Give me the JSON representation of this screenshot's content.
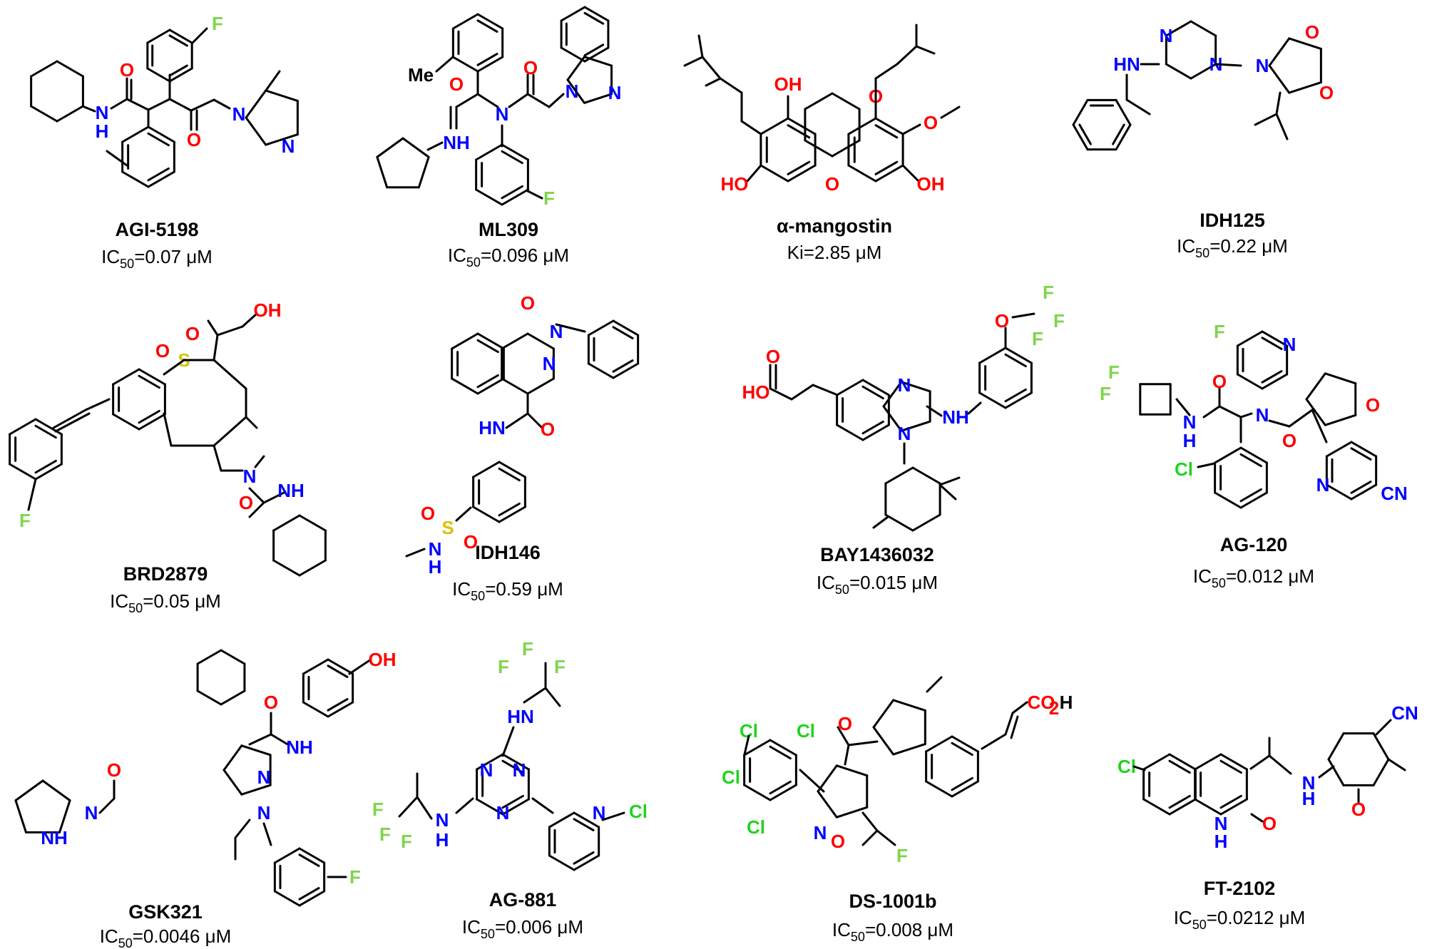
{
  "colors": {
    "bond": "#000000",
    "O": "#ff0000",
    "N": "#0000ff",
    "F": "#7fd44c",
    "Cl": "#1fd41f",
    "S": "#d8c400",
    "text": "#000000"
  },
  "compounds": [
    {
      "name": "AGI-5198",
      "activity": {
        "prefix": "IC",
        "sub": "50",
        "rest": "=0.07 μM"
      },
      "labels": [
        {
          "t": "F",
          "c": "F"
        },
        {
          "t": "N",
          "c": "N"
        },
        {
          "t": "H",
          "c": "N"
        },
        {
          "t": "O",
          "c": "O"
        },
        {
          "t": "O",
          "c": "O"
        },
        {
          "t": "N",
          "c": "N"
        },
        {
          "t": "N",
          "c": "N"
        }
      ]
    },
    {
      "name": "ML309",
      "activity": {
        "prefix": "IC",
        "sub": "50",
        "rest": "=0.096 μM"
      },
      "labels": [
        {
          "t": "Me",
          "c": "text"
        },
        {
          "t": "O",
          "c": "O"
        },
        {
          "t": "N",
          "c": "N"
        },
        {
          "t": "O",
          "c": "O"
        },
        {
          "t": "N",
          "c": "N"
        },
        {
          "t": "N",
          "c": "N"
        },
        {
          "t": "NH",
          "c": "N"
        },
        {
          "t": "F",
          "c": "F"
        }
      ]
    },
    {
      "name": "α-mangostin",
      "activity": {
        "prefix": "Ki",
        "sub": "",
        "rest": "=2.85 μM"
      },
      "labels": [
        {
          "t": "OH",
          "c": "O"
        },
        {
          "t": "O",
          "c": "O"
        },
        {
          "t": "O",
          "c": "O"
        },
        {
          "t": "HO",
          "c": "O"
        },
        {
          "t": "O",
          "c": "O"
        },
        {
          "t": "OH",
          "c": "O"
        }
      ]
    },
    {
      "name": "IDH125",
      "activity": {
        "prefix": "IC",
        "sub": "50",
        "rest": "=0.22 μM"
      },
      "labels": [
        {
          "t": "N",
          "c": "N"
        },
        {
          "t": "N",
          "c": "N"
        },
        {
          "t": "HN",
          "c": "N"
        },
        {
          "t": "N",
          "c": "N"
        },
        {
          "t": "O",
          "c": "O"
        },
        {
          "t": "O",
          "c": "O"
        }
      ]
    },
    {
      "name": "BRD2879",
      "activity": {
        "prefix": "IC",
        "sub": "50",
        "rest": "=0.05 μM"
      },
      "labels": [
        {
          "t": "OH",
          "c": "O"
        },
        {
          "t": "O",
          "c": "O"
        },
        {
          "t": "S",
          "c": "S"
        },
        {
          "t": "O",
          "c": "O"
        },
        {
          "t": "N",
          "c": "N"
        },
        {
          "t": "O",
          "c": "O"
        },
        {
          "t": "NH",
          "c": "N"
        },
        {
          "t": "F",
          "c": "F"
        }
      ]
    },
    {
      "name": "IDH146",
      "activity": {
        "prefix": "IC",
        "sub": "50",
        "rest": "=0.59 μM"
      },
      "labels": [
        {
          "t": "O",
          "c": "O"
        },
        {
          "t": "N",
          "c": "N"
        },
        {
          "t": "N",
          "c": "N"
        },
        {
          "t": "HN",
          "c": "N"
        },
        {
          "t": "O",
          "c": "O"
        },
        {
          "t": "O",
          "c": "O"
        },
        {
          "t": "S",
          "c": "S"
        },
        {
          "t": "O",
          "c": "O"
        },
        {
          "t": "N",
          "c": "N"
        },
        {
          "t": "H",
          "c": "N"
        }
      ]
    },
    {
      "name": "BAY1436032",
      "activity": {
        "prefix": "IC",
        "sub": "50",
        "rest": "=0.015 μM"
      },
      "labels": [
        {
          "t": "F",
          "c": "F"
        },
        {
          "t": "O",
          "c": "O"
        },
        {
          "t": "F",
          "c": "F"
        },
        {
          "t": "F",
          "c": "F"
        },
        {
          "t": "O",
          "c": "O"
        },
        {
          "t": "HO",
          "c": "O"
        },
        {
          "t": "N",
          "c": "N"
        },
        {
          "t": "NH",
          "c": "N"
        },
        {
          "t": "N",
          "c": "N"
        }
      ]
    },
    {
      "name": "AG-120",
      "activity": {
        "prefix": "IC",
        "sub": "50",
        "rest": "=0.012 μM"
      },
      "labels": [
        {
          "t": "F",
          "c": "F"
        },
        {
          "t": "N",
          "c": "N"
        },
        {
          "t": "F",
          "c": "F"
        },
        {
          "t": "F",
          "c": "F"
        },
        {
          "t": "O",
          "c": "O"
        },
        {
          "t": "N",
          "c": "N"
        },
        {
          "t": "O",
          "c": "O"
        },
        {
          "t": "N",
          "c": "N"
        },
        {
          "t": "H",
          "c": "N"
        },
        {
          "t": "O",
          "c": "O"
        },
        {
          "t": "Cl",
          "c": "Cl"
        },
        {
          "t": "N",
          "c": "N"
        },
        {
          "t": "CN",
          "c": "N"
        }
      ]
    },
    {
      "name": "GSK321",
      "activity": {
        "prefix": "IC",
        "sub": "50",
        "rest": "=0.0046 μM"
      },
      "labels": [
        {
          "t": "OH",
          "c": "O"
        },
        {
          "t": "O",
          "c": "O"
        },
        {
          "t": "NH",
          "c": "N"
        },
        {
          "t": "O",
          "c": "O"
        },
        {
          "t": "N",
          "c": "N"
        },
        {
          "t": "N",
          "c": "N"
        },
        {
          "t": "N",
          "c": "N"
        },
        {
          "t": "NH",
          "c": "N"
        },
        {
          "t": "F",
          "c": "F"
        }
      ]
    },
    {
      "name": "AG-881",
      "activity": {
        "prefix": "IC",
        "sub": "50",
        "rest": "=0.006 μM"
      },
      "labels": [
        {
          "t": "F",
          "c": "F"
        },
        {
          "t": "F",
          "c": "F"
        },
        {
          "t": "F",
          "c": "F"
        },
        {
          "t": "HN",
          "c": "N"
        },
        {
          "t": "N",
          "c": "N"
        },
        {
          "t": "N",
          "c": "N"
        },
        {
          "t": "N",
          "c": "N"
        },
        {
          "t": "N",
          "c": "N"
        },
        {
          "t": "Cl",
          "c": "Cl"
        },
        {
          "t": "F",
          "c": "F"
        },
        {
          "t": "F",
          "c": "F"
        },
        {
          "t": "F",
          "c": "F"
        },
        {
          "t": "N",
          "c": "N"
        },
        {
          "t": "H",
          "c": "N"
        }
      ]
    },
    {
      "name": "DS-1001b",
      "activity": {
        "prefix": "IC",
        "sub": "50",
        "rest": "=0.008 μM"
      },
      "labels": [
        {
          "t": "Cl",
          "c": "Cl"
        },
        {
          "t": "Cl",
          "c": "Cl"
        },
        {
          "t": "O",
          "c": "O"
        },
        {
          "t": "CO",
          "c": "O"
        },
        {
          "t": "2",
          "c": "O"
        },
        {
          "t": "H",
          "c": "text"
        },
        {
          "t": "Cl",
          "c": "Cl"
        },
        {
          "t": "N",
          "c": "N"
        },
        {
          "t": "O",
          "c": "O"
        },
        {
          "t": "F",
          "c": "F"
        }
      ]
    },
    {
      "name": "FT-2102",
      "activity": {
        "prefix": "IC",
        "sub": "50",
        "rest": "=0.0212 μM"
      },
      "labels": [
        {
          "t": "CN",
          "c": "N"
        },
        {
          "t": "Cl",
          "c": "Cl"
        },
        {
          "t": "N",
          "c": "N"
        },
        {
          "t": "H",
          "c": "N"
        },
        {
          "t": "O",
          "c": "O"
        },
        {
          "t": "N",
          "c": "N"
        },
        {
          "t": "H",
          "c": "N"
        },
        {
          "t": "O",
          "c": "O"
        }
      ]
    }
  ]
}
